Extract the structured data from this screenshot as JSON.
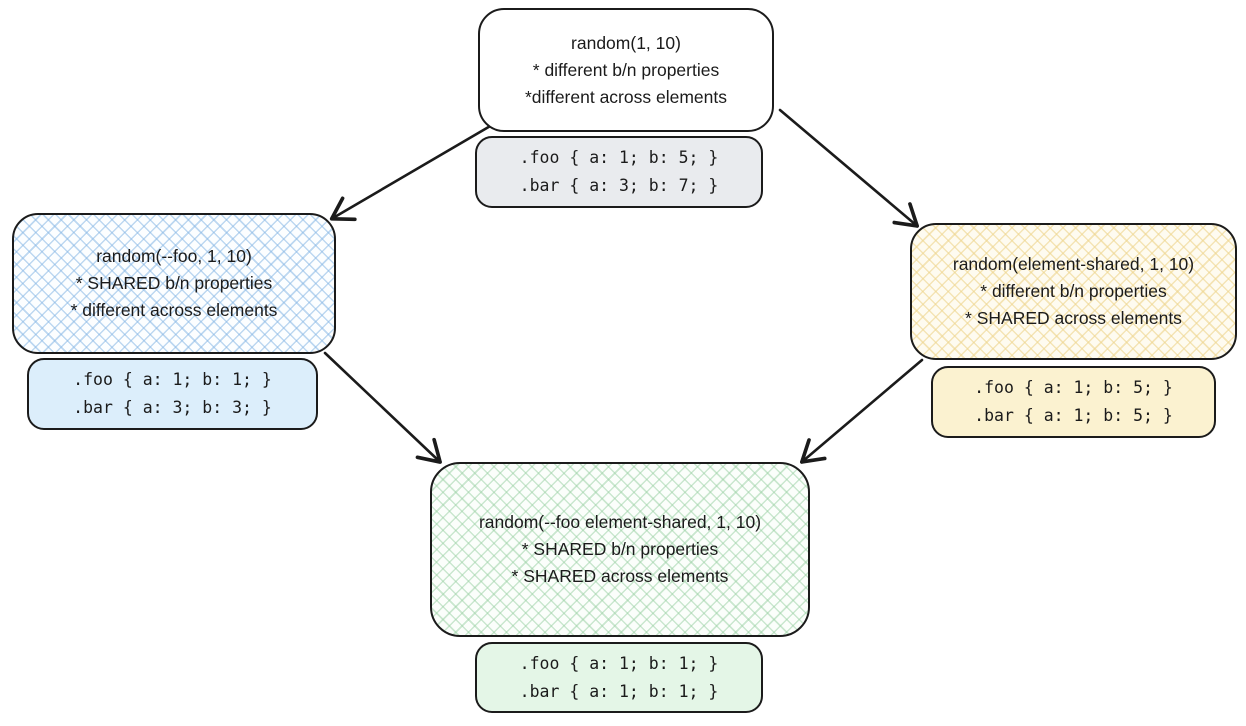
{
  "diagram": {
    "title_hint": "CSS random() caching options diagram",
    "nodes": {
      "top": {
        "title": "random(1, 10)",
        "bullet1": "* different b/n properties",
        "bullet2": "*different across elements",
        "code1": ".foo { a: 1; b: 5; }",
        "code2": ".bar { a: 3; b: 7; }",
        "fill": "#ffffff",
        "code_fill": "#e9ebee"
      },
      "left": {
        "title": "random(--foo, 1, 10)",
        "bullet1": "* SHARED b/n properties",
        "bullet2": "* different across elements",
        "code1": ".foo { a: 1; b: 1; }",
        "code2": ".bar { a: 3; b: 3; }",
        "fill": "blue-crosshatch",
        "code_fill": "#dceefb"
      },
      "right": {
        "title": "random(element-shared, 1, 10)",
        "bullet1": "* different b/n properties",
        "bullet2": "* SHARED across elements",
        "code1": ".foo { a: 1; b: 5; }",
        "code2": ".bar { a: 1; b: 5; }",
        "fill": "yellow-crosshatch",
        "code_fill": "#fbf2d0"
      },
      "bottom": {
        "title": "random(--foo element-shared, 1, 10)",
        "bullet1": "* SHARED b/n properties",
        "bullet2": "* SHARED across elements",
        "code1": ".foo { a: 1; b: 1; }",
        "code2": ".bar { a: 1; b: 1; }",
        "fill": "green-crosshatch",
        "code_fill": "#e4f6e7"
      }
    },
    "arrows": [
      {
        "name": "top-to-left",
        "from": "top",
        "to": "left"
      },
      {
        "name": "top-to-right",
        "from": "top",
        "to": "right"
      },
      {
        "name": "left-to-bottom",
        "from": "left",
        "to": "bottom"
      },
      {
        "name": "right-to-bottom",
        "from": "right",
        "to": "bottom"
      }
    ],
    "colors": {
      "stroke": "#1b1b1b",
      "hatch_blue": "#89b8e5",
      "hatch_yellow": "#eed58e",
      "hatch_green": "#99d0a3",
      "background": "#ffffff"
    }
  }
}
